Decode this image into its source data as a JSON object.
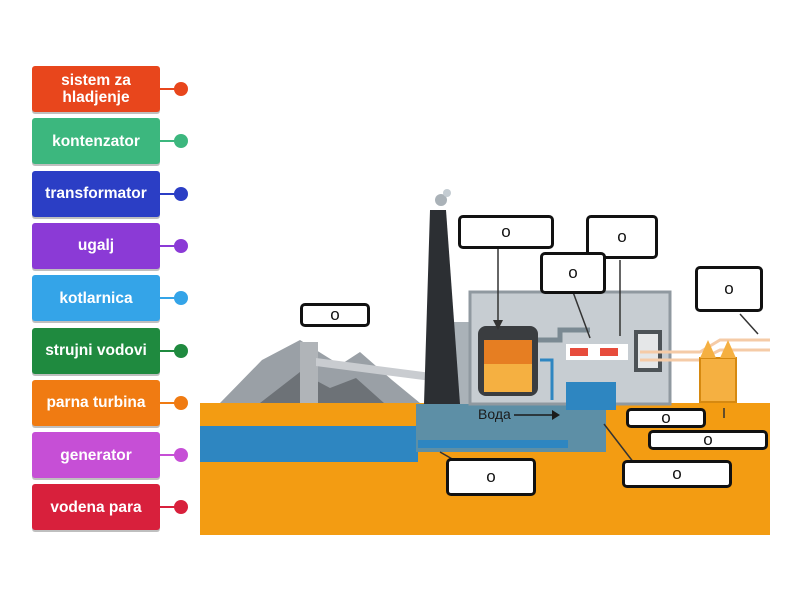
{
  "labels": [
    {
      "text": "sistem za hladjenje",
      "color": "#e8461c"
    },
    {
      "text": "kontenzator",
      "color": "#3cb77e"
    },
    {
      "text": "transformator",
      "color": "#2b3ec5"
    },
    {
      "text": "ugalj",
      "color": "#8b3ad6"
    },
    {
      "text": "kotlarnica",
      "color": "#34a4e8"
    },
    {
      "text": "strujni vodovi",
      "color": "#1f8a3f"
    },
    {
      "text": "parna turbina",
      "color": "#f07b12"
    },
    {
      "text": "generator",
      "color": "#c64fd6"
    },
    {
      "text": "vodena para",
      "color": "#d8203c"
    }
  ],
  "diagram": {
    "water_label": "Вода",
    "drop_zone_marker": "o"
  }
}
